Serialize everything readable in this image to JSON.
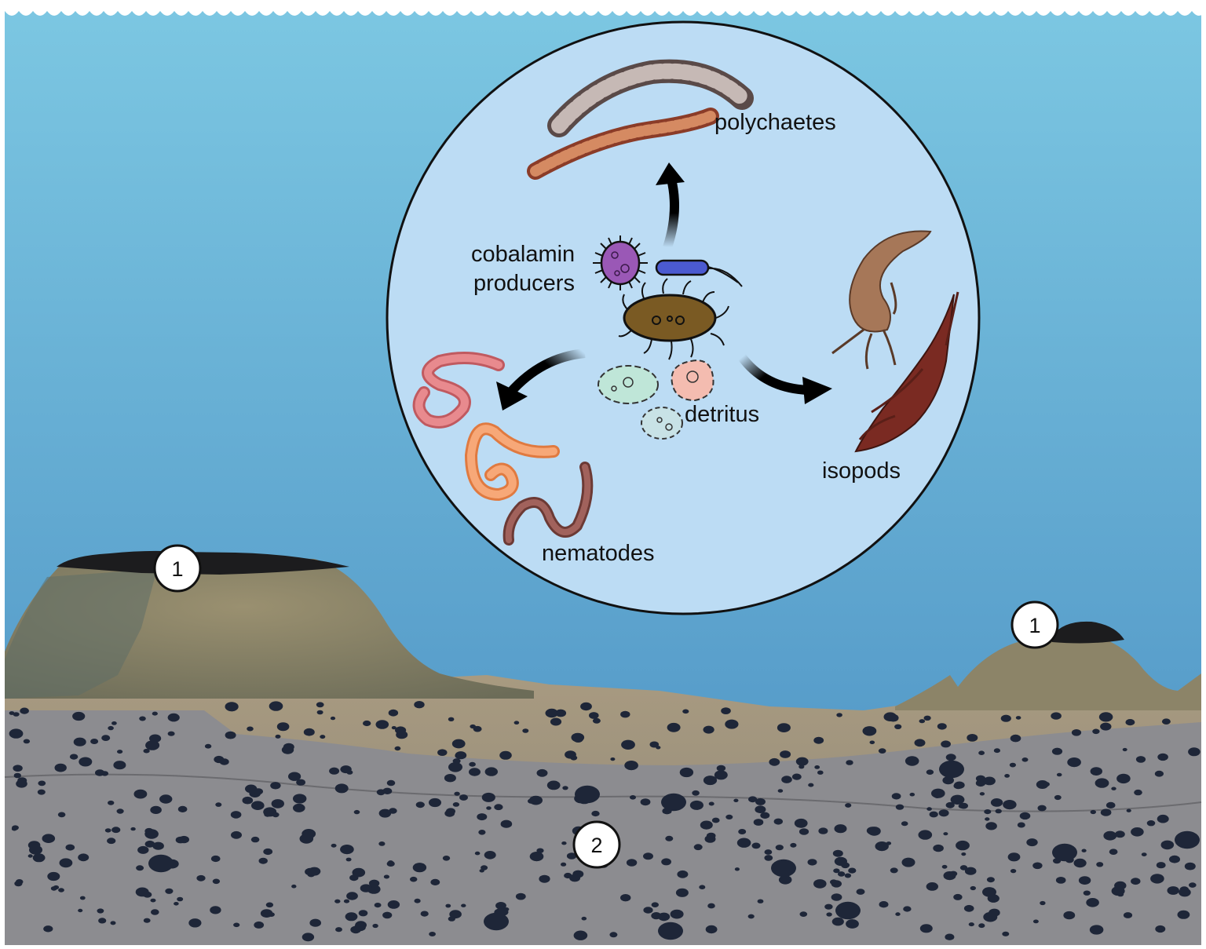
{
  "labels": {
    "polychaetes": "polychaetes",
    "cobalamin_line1": "cobalamin",
    "cobalamin_line2": "producers",
    "detritus": "detritus",
    "isopods": "isopods",
    "nematodes": "nematodes"
  },
  "markers": {
    "seamount_left": "1",
    "seamount_right": "1",
    "sediment": "2"
  },
  "colors": {
    "water_top": "#7cc7e2",
    "water_bottom": "#4f93c3",
    "inset": "#bcdcf4",
    "sediment": "#8a8a8e",
    "seamount": "#8b8163",
    "nodule": "#1c2434",
    "accent_arrow": "#000000"
  },
  "icons": {
    "bacteria_purple": "spiky-coccus-icon",
    "bacteria_blue": "flagellated-rod-icon",
    "bacteria_brown": "ciliated-bacterium-icon",
    "polychaete": "bristle-worm-icon",
    "isopod": "isopod-crustacean-icon",
    "nematode": "roundworm-icon",
    "detritus": "particle-blob-icon"
  }
}
